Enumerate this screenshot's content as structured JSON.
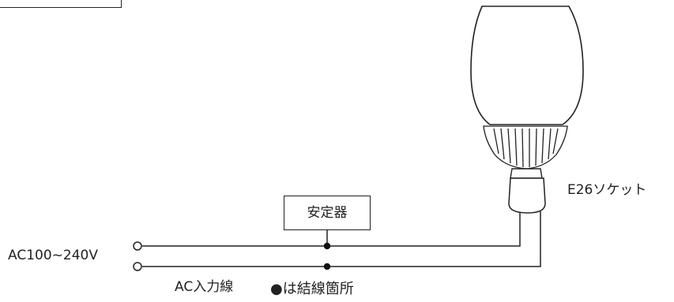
{
  "labels": {
    "voltage": "AC100~240V",
    "input_line": "AC入力線",
    "splice_legend": "●は結線箇所",
    "socket": "E26ソケット",
    "ballast": "安定器"
  },
  "colors": {
    "line": "#222222",
    "background": "#ffffff"
  }
}
